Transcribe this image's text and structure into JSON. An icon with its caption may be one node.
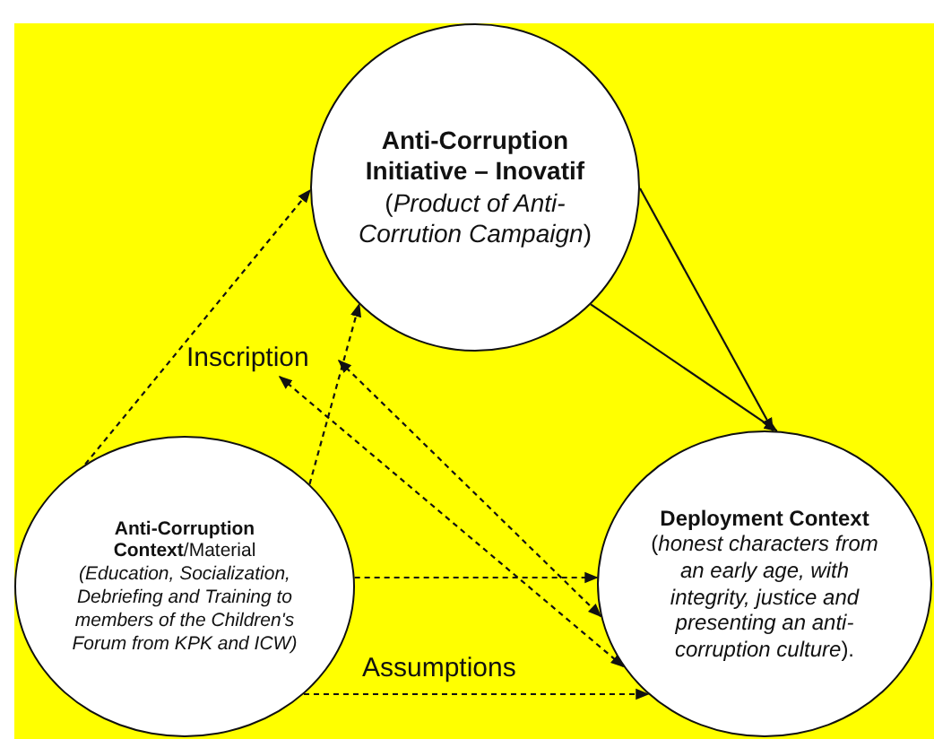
{
  "diagram": {
    "nodes": [
      {
        "text": [
          "Anti-Corruption Initiative – Inovatif",
          "(*Product of Anti-Corrution Campaign*)"
        ]
      },
      {
        "text": [
          "**Anti-Corruption Context**/Material",
          "(Education, Socialization, Debriefing and Training to members of the Children's Forum from KPK and ICW)"
        ]
      },
      {
        "text": [
          "Deployment Context",
          "(*honest characters from an early age, with integrity, justice and presenting an anti-corruption culture*)."
        ]
      },
      {
        "text": [
          "Inscription"
        ]
      }
    ],
    "edges": [
      {
        "from": 1,
        "to": 0,
        "arrow": "to",
        "style": "dashed"
      },
      {
        "from": 1,
        "to": 0,
        "arrow": "to",
        "style": "dashed"
      },
      {
        "from": 0,
        "to": 2,
        "arrow": "to"
      },
      {
        "from": 0,
        "to": 2,
        "arrow": "to"
      },
      {
        "from": 3,
        "to": 2,
        "arrow": "both",
        "style": "dashed"
      },
      {
        "from": 1,
        "to": 2,
        "arrow": "to",
        "style": "dashed"
      },
      {
        "from": 3,
        "to": 2,
        "arrow": "both",
        "style": "dashed"
      },
      {
        "from": 1,
        "to": 2,
        "arrow": "to",
        "style": "dashed"
      }
    ],
    "labels": [
      "Assumptions"
    ]
  }
}
